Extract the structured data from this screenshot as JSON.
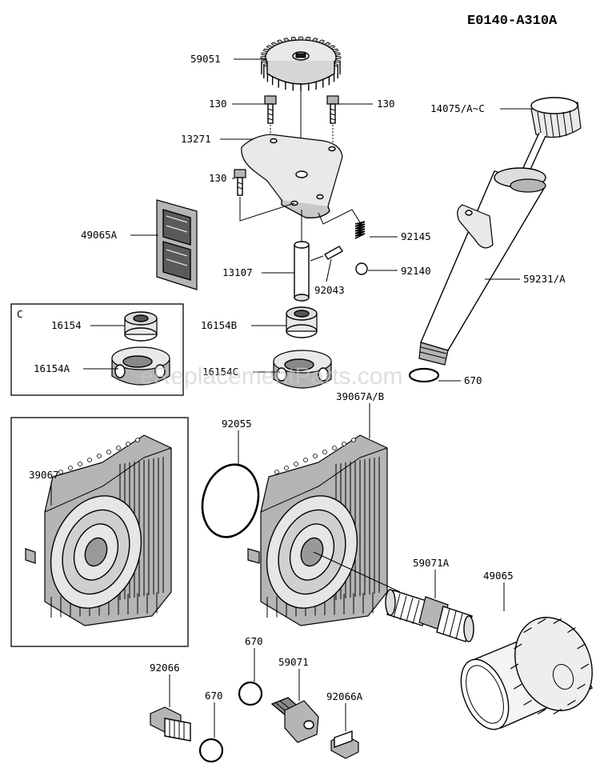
{
  "diagram_id": "E0140-A310A",
  "watermark": "eReplacementParts.com",
  "inset_label": "C",
  "parts": {
    "p59051": "59051",
    "p130_right": "130",
    "p130_left": "130",
    "p13271": "13271",
    "p130_mid": "130",
    "p49065A": "49065A",
    "p92145": "92145",
    "p13107": "13107",
    "p92043": "92043",
    "p92140": "92140",
    "p14075": "14075/A~C",
    "p59231": "59231/A",
    "p670_top": "670",
    "p16154": "16154",
    "p16154A": "16154A",
    "p16154B": "16154B",
    "p16154C": "16154C",
    "p39067AB": "39067A/B",
    "p92055": "92055",
    "p39067": "39067",
    "p59071A": "59071A",
    "p49065": "49065",
    "p670_mid": "670",
    "p92066": "92066",
    "p59071": "59071",
    "p670_low": "670",
    "p92066A": "92066A"
  }
}
